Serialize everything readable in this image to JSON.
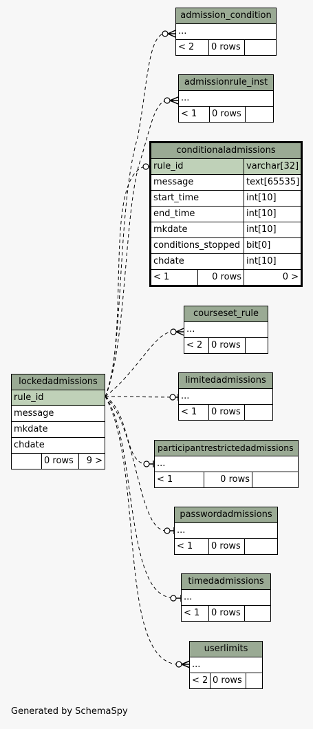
{
  "footer": "Generated by SchemaSpy",
  "tables": {
    "admission_condition": {
      "name": "admission_condition",
      "cols": [
        "..."
      ],
      "stats": [
        "< 2",
        "0 rows",
        ""
      ]
    },
    "admissionrule_inst": {
      "name": "admissionrule_inst",
      "cols": [
        "..."
      ],
      "stats": [
        "< 1",
        "0 rows",
        ""
      ]
    },
    "conditionaladmissions": {
      "name": "conditionaladmissions",
      "cols": [
        {
          "name": "rule_id",
          "type": "varchar[32]"
        },
        {
          "name": "message",
          "type": "text[65535]"
        },
        {
          "name": "start_time",
          "type": "int[10]"
        },
        {
          "name": "end_time",
          "type": "int[10]"
        },
        {
          "name": "mkdate",
          "type": "int[10]"
        },
        {
          "name": "conditions_stopped",
          "type": "bit[0]"
        },
        {
          "name": "chdate",
          "type": "int[10]"
        }
      ],
      "stats": [
        "< 1",
        "0 rows",
        "0 >"
      ]
    },
    "courseset_rule": {
      "name": "courseset_rule",
      "cols": [
        "..."
      ],
      "stats": [
        "< 2",
        "0 rows",
        ""
      ]
    },
    "limitedadmissions": {
      "name": "limitedadmissions",
      "cols": [
        "..."
      ],
      "stats": [
        "< 1",
        "0 rows",
        ""
      ]
    },
    "participantrestrictedadmissions": {
      "name": "participantrestrictedadmissions",
      "cols": [
        "..."
      ],
      "stats": [
        "< 1",
        "0 rows",
        ""
      ]
    },
    "passwordadmissions": {
      "name": "passwordadmissions",
      "cols": [
        "..."
      ],
      "stats": [
        "< 1",
        "0 rows",
        ""
      ]
    },
    "timedadmissions": {
      "name": "timedadmissions",
      "cols": [
        "..."
      ],
      "stats": [
        "< 1",
        "0 rows",
        ""
      ]
    },
    "userlimits": {
      "name": "userlimits",
      "cols": [
        "..."
      ],
      "stats": [
        "< 2",
        "0 rows",
        ""
      ]
    },
    "lockedadmissions": {
      "name": "lockedadmissions",
      "cols": [
        "rule_id",
        "message",
        "mkdate",
        "chdate"
      ],
      "stats": [
        "",
        "0 rows",
        "9 >"
      ]
    }
  }
}
